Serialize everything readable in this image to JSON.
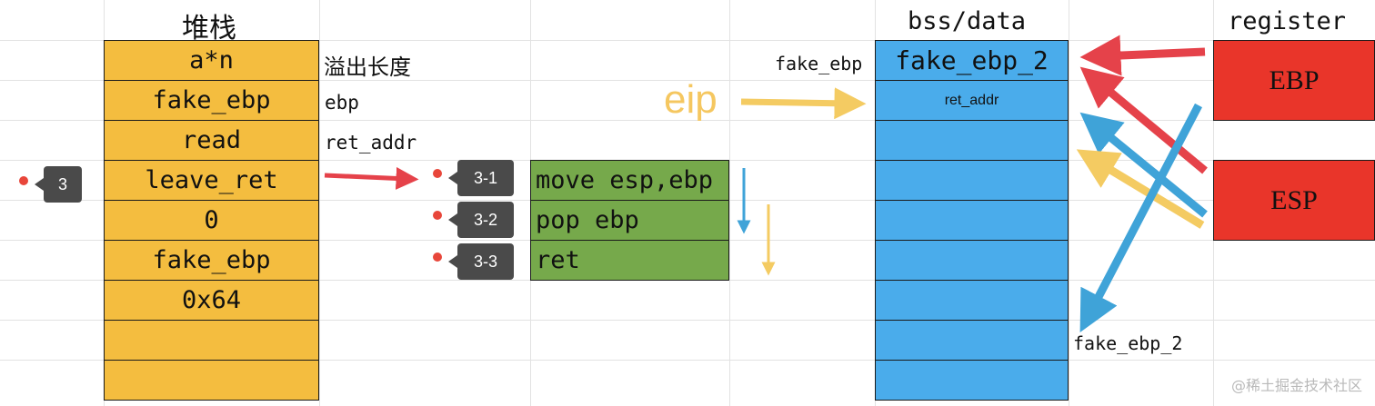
{
  "headers": {
    "stack": "堆栈",
    "bss": "bss/data",
    "register": "register"
  },
  "stack_cells": [
    "a*n",
    "fake_ebp",
    "read",
    "leave_ret",
    "0",
    "fake_ebp",
    "0x64",
    "",
    ""
  ],
  "stack_annotations": {
    "overflow_length": "溢出长度",
    "ebp": "ebp",
    "ret_addr": "ret_addr"
  },
  "asm_cells": [
    "move esp,ebp",
    "pop ebp",
    "ret"
  ],
  "tags": {
    "t3": "3",
    "t31": "3-1",
    "t32": "3-2",
    "t33": "3-3"
  },
  "bss_cells": [
    "fake_ebp_2",
    "ret_addr",
    "",
    "",
    "",
    "",
    "",
    "",
    ""
  ],
  "bss_labels": {
    "fake_ebp": "fake_ebp",
    "fake_ebp_2": "fake_ebp_2",
    "eip": "eip"
  },
  "registers": {
    "ebp": "EBP",
    "esp": "ESP"
  },
  "watermark": "@稀土掘金技术社区",
  "colors": {
    "stack": "#f4bd3f",
    "asm": "#76a94b",
    "bss": "#4aaceb",
    "register": "#e9352a",
    "arrow_red": "#e5424a",
    "arrow_blue": "#3fa3d8",
    "arrow_yellow": "#f4cb62",
    "tag": "#4a4a4a"
  }
}
